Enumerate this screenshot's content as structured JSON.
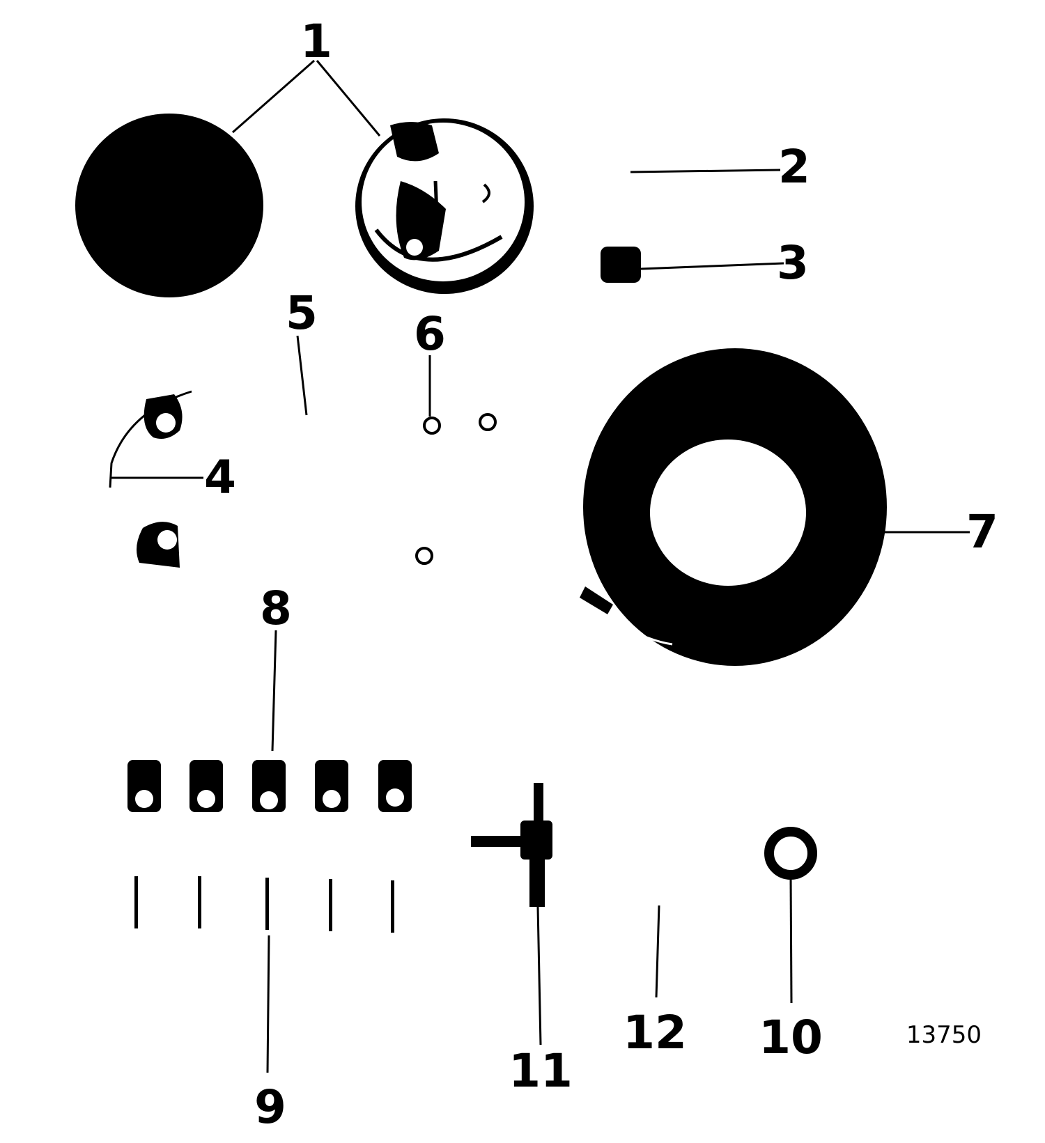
{
  "callouts": {
    "c1": "1",
    "c2": "2",
    "c3": "3",
    "c4": "4",
    "c5": "5",
    "c6": "6",
    "c7": "7",
    "c8": "8",
    "c9": "9",
    "c10": "10",
    "c11": "11",
    "c12": "12"
  },
  "figure_number": "13750",
  "ink_color": "#000000",
  "paper_color": "#ffffff"
}
